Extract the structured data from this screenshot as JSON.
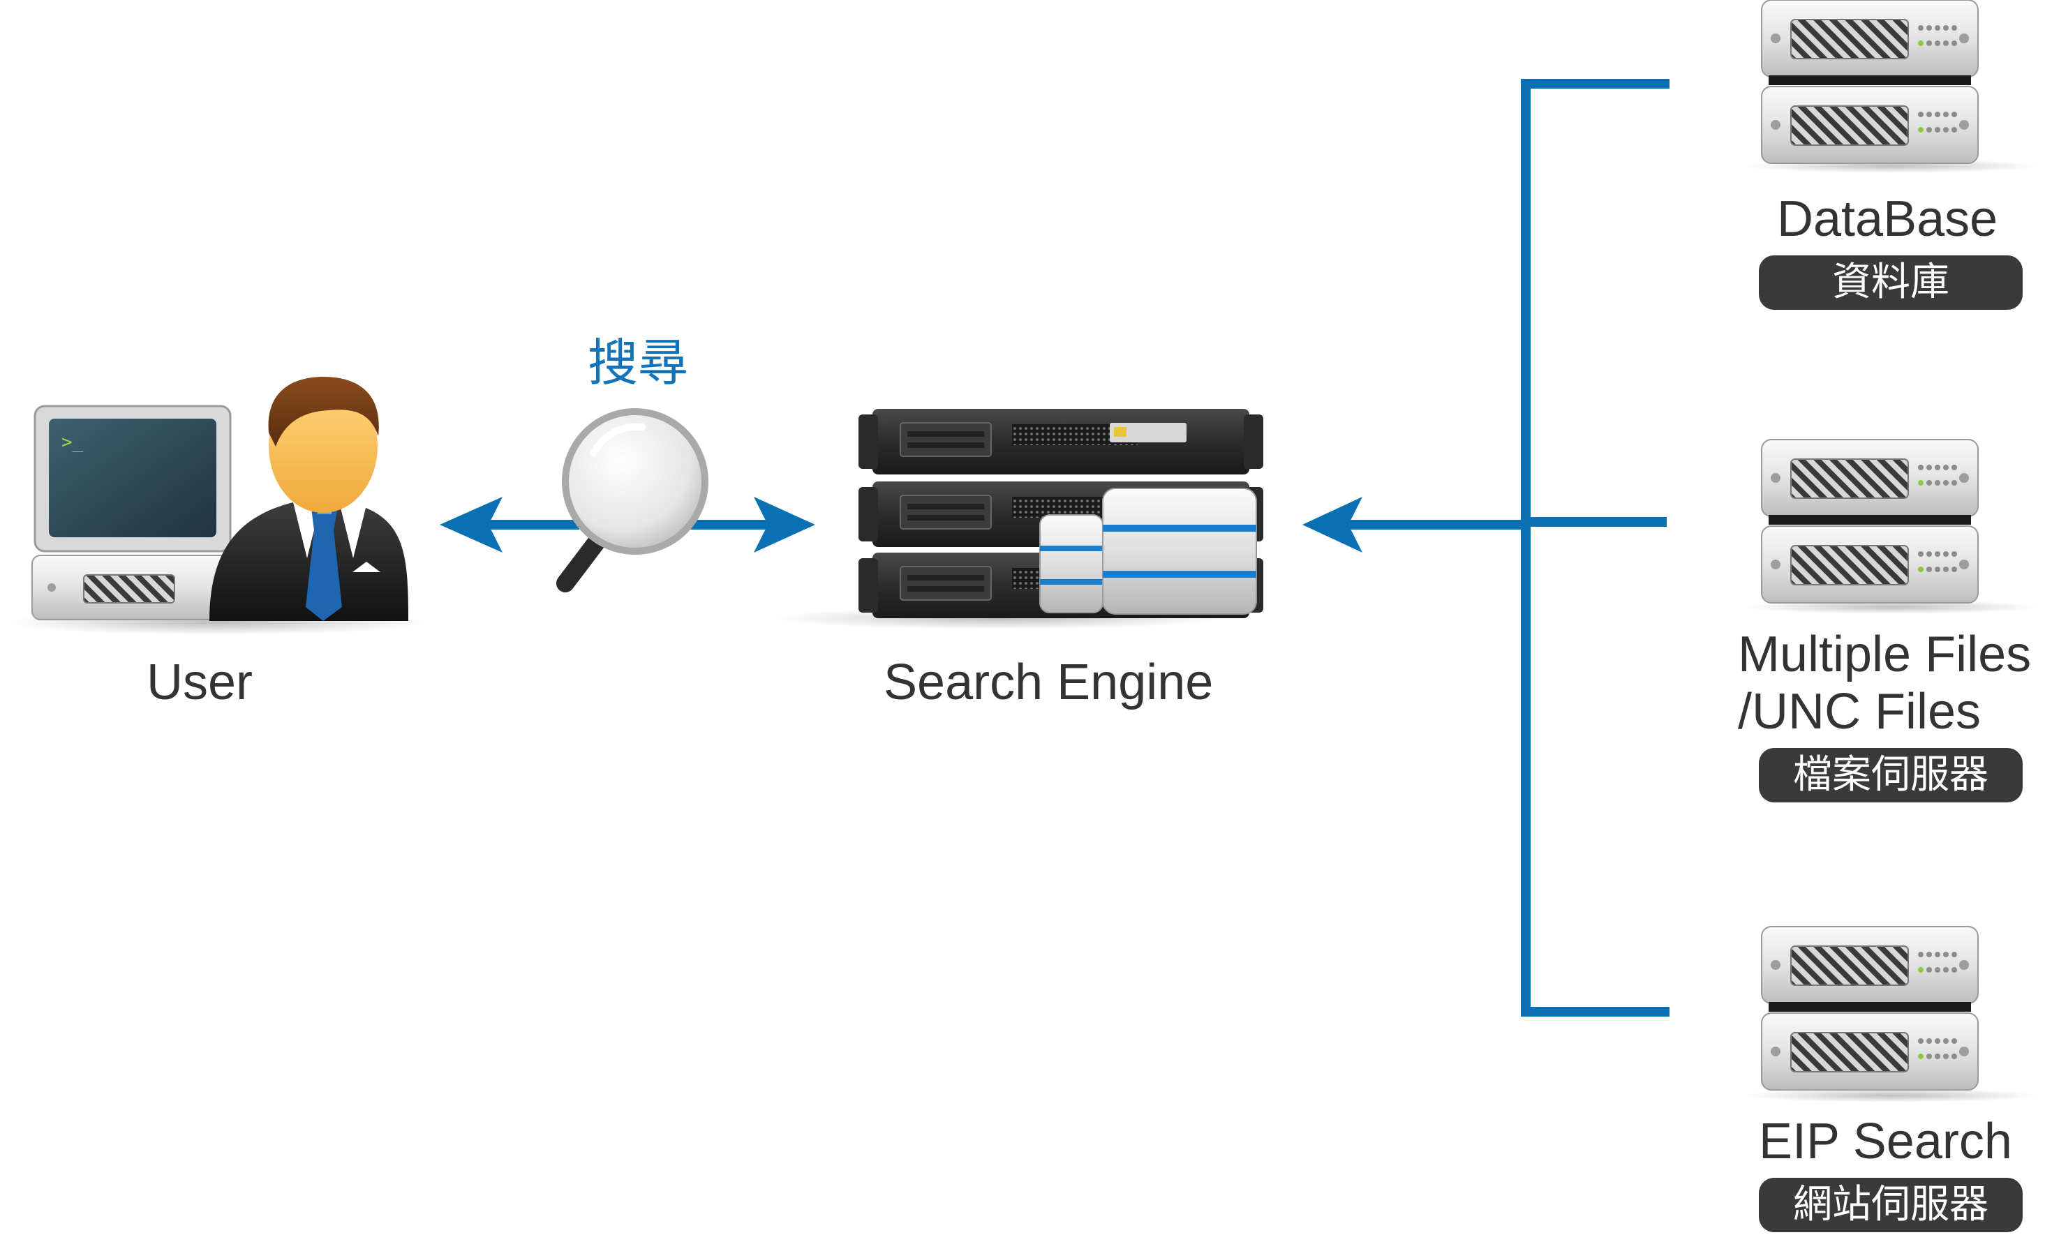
{
  "colors": {
    "connector": "#0a70b4",
    "badge_bg": "#3a3a3a",
    "label_text": "#333333",
    "search_text": "#1273b8"
  },
  "nodes": {
    "user": {
      "label": "User",
      "icon": "user-computer-icon"
    },
    "search": {
      "label": "搜尋",
      "icon": "magnifier-icon"
    },
    "engine": {
      "label": "Search Engine",
      "icon": "server-rack-icon"
    },
    "database": {
      "label": "DataBase",
      "badge": "資料庫",
      "icon": "server-icon"
    },
    "files": {
      "label_line1": "Multiple Files",
      "label_line2": "/UNC Files",
      "badge": "檔案伺服器",
      "icon": "server-icon"
    },
    "eip": {
      "label": "EIP Search",
      "badge": "網站伺服器",
      "icon": "server-icon"
    }
  }
}
